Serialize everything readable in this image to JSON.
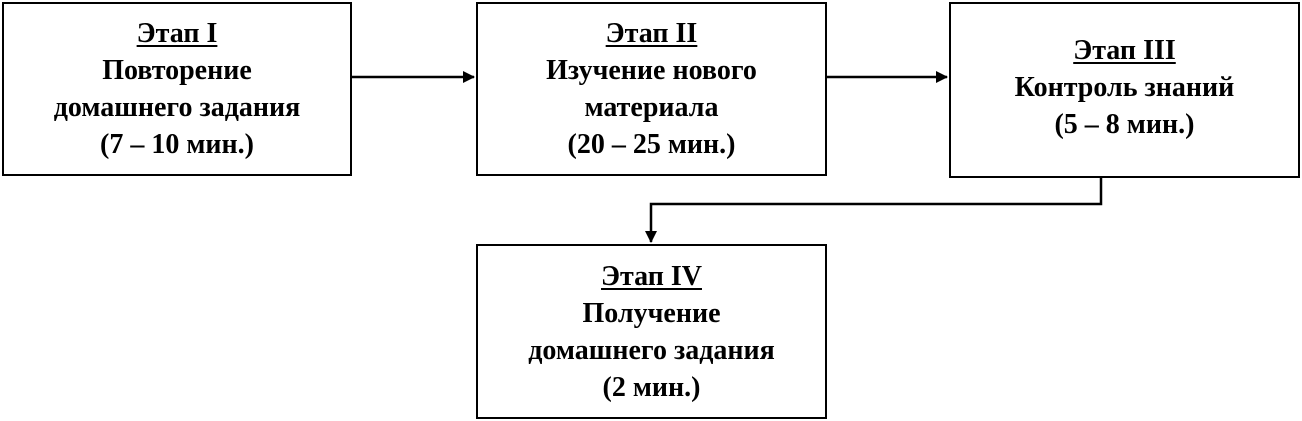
{
  "diagram": {
    "stages": [
      {
        "title": "Этап I",
        "lines": [
          "Повторение",
          "домашнего задания",
          "(7 – 10 мин.)"
        ]
      },
      {
        "title": "Этап II",
        "lines": [
          "Изучение нового",
          "материала",
          "(20 – 25 мин.)"
        ]
      },
      {
        "title": "Этап III",
        "lines": [
          "Контроль знаний",
          "(5 – 8 мин.)"
        ]
      },
      {
        "title": "Этап IV",
        "lines": [
          "Получение",
          "домашнего задания",
          "(2 мин.)"
        ]
      }
    ],
    "colors": {
      "stroke": "#000000",
      "background": "#ffffff"
    }
  }
}
